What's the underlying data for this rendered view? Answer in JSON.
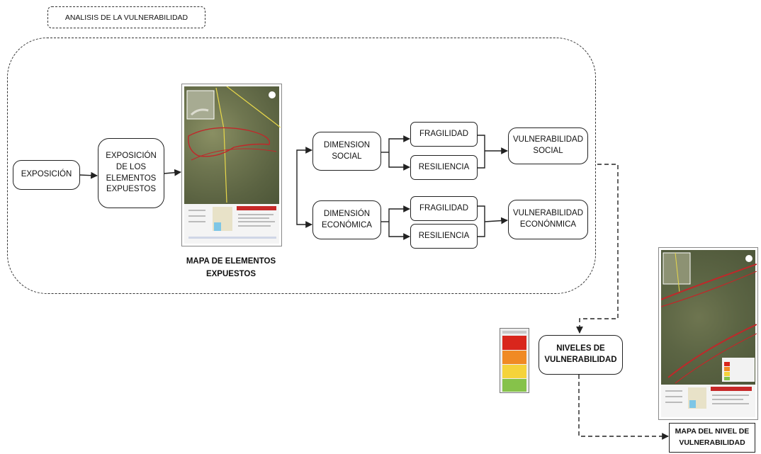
{
  "title": "ANALISIS DE LA VULNERABILIDAD",
  "nodes": {
    "exposicion": "EXPOSICIÓN",
    "exposicion_elementos": "EXPOSICIÓN\nDE LOS\nELEMENTOS\nEXPUESTOS",
    "dimension_social": "DIMENSION\nSOCIAL",
    "dimension_economica": "DIMENSIÓN\nECONÓMICA",
    "fragilidad_social": "FRAGILIDAD",
    "resiliencia_social": "RESILIENCIA",
    "fragilidad_economica": "FRAGILIDAD",
    "resiliencia_economica": "RESILIENCIA",
    "vulnerabilidad_social": "VULNERABILIDAD\nSOCIAL",
    "vulnerabilidad_economica": "VULNERABILIDAD\nECONÓNMICA",
    "niveles": "NIVELES DE\nVULNERABILIDAD"
  },
  "captions": {
    "mapa_elementos": "MAPA DE ELEMENTOS\nEXPUESTOS",
    "mapa_nivel": "MAPA DEL NIVEL DE\nVULNERABILIDAD"
  },
  "colors": {
    "line": "#222222",
    "ramp": [
      "#d9261c",
      "#f08a24",
      "#f5d33a",
      "#86c24a"
    ],
    "map_boundary": "#c0282a",
    "map_road": "#e8d84a"
  },
  "icons": {
    "map_thumbnail_1": "satellite-map-image",
    "map_thumbnail_2": "satellite-map-image",
    "ramp": "vulnerability-color-ramp"
  }
}
